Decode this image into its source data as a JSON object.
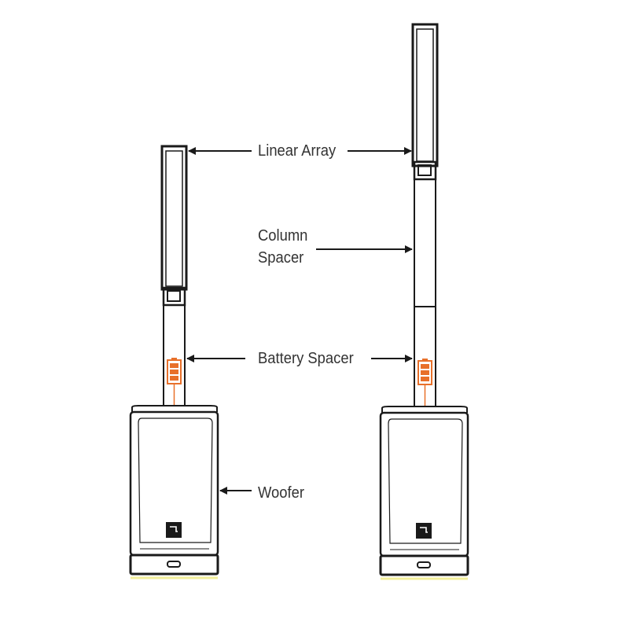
{
  "labels": {
    "linear_array": "Linear Array",
    "column_spacer_line1": "Column",
    "column_spacer_line2": "Spacer",
    "battery_spacer": "Battery Spacer",
    "woofer": "Woofer"
  },
  "colors": {
    "stroke": "#1a1a1a",
    "battery": "#e8702a",
    "base_shadow": "#f3ef9a"
  },
  "icons": {
    "battery": "battery-icon",
    "logo": "logo-badge-icon"
  }
}
